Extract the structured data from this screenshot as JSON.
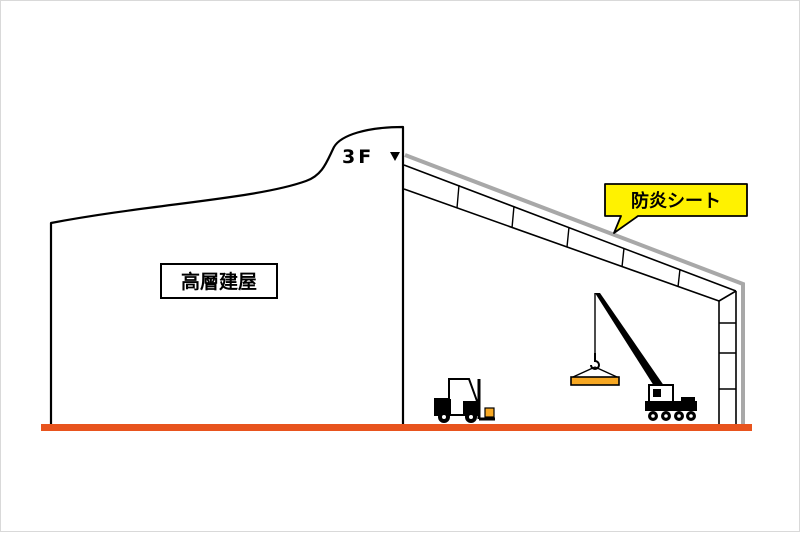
{
  "labels": {
    "floor": "3F",
    "building": "高層建屋",
    "sheet": "防炎シート"
  },
  "colors": {
    "ground": "#e8541e",
    "callout_fill": "#fff200",
    "sheet_line": "#a8a8a8",
    "load": "#f7a823",
    "outline": "#000000"
  }
}
